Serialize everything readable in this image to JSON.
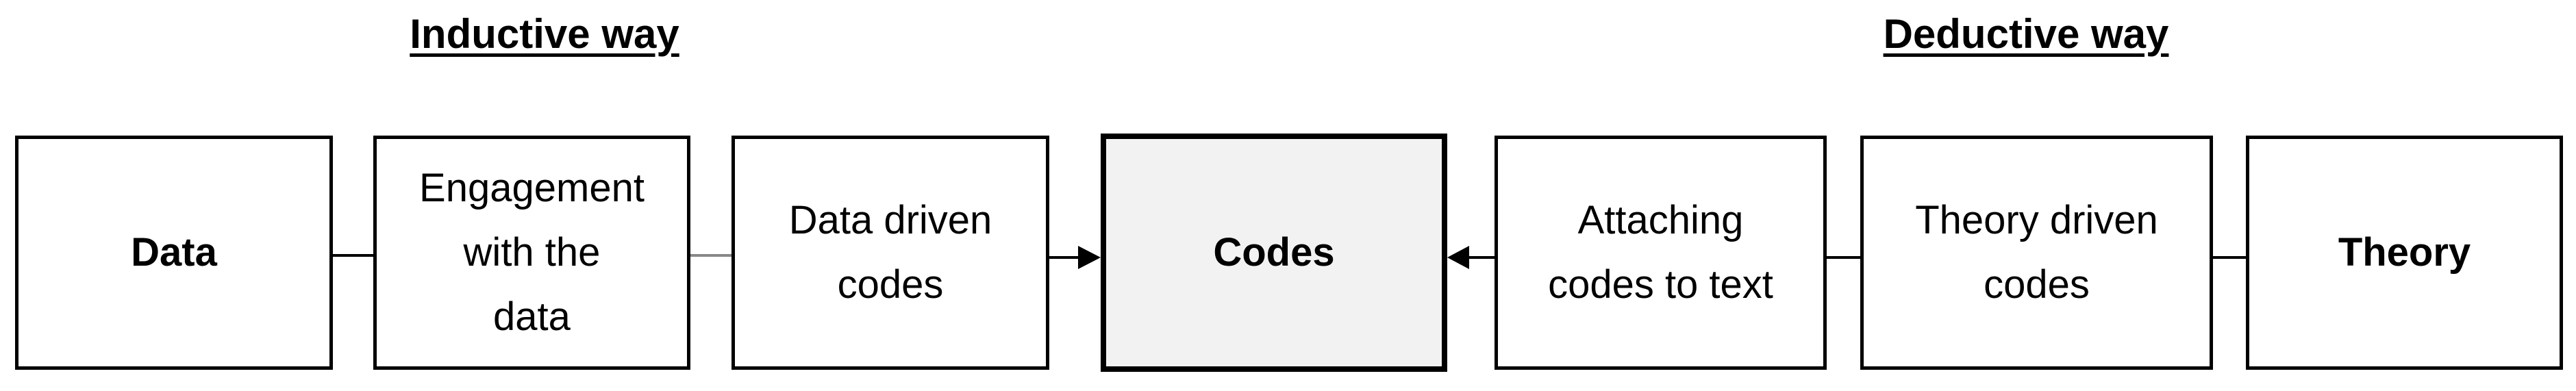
{
  "headings": {
    "inductive": "Inductive way",
    "deductive": "Deductive way"
  },
  "boxes": {
    "data": "Data",
    "engagement": [
      "Engagement",
      "with the",
      "data"
    ],
    "data_driven_codes": [
      "Data driven",
      "codes"
    ],
    "codes": "Codes",
    "attaching_codes": [
      "Attaching",
      "codes to text"
    ],
    "theory_driven_codes": [
      "Theory driven",
      "codes"
    ],
    "theory": "Theory"
  },
  "colors": {
    "central_box_fill": "#f2f2f2",
    "gray_connector": "#888888",
    "line": "#000000"
  }
}
